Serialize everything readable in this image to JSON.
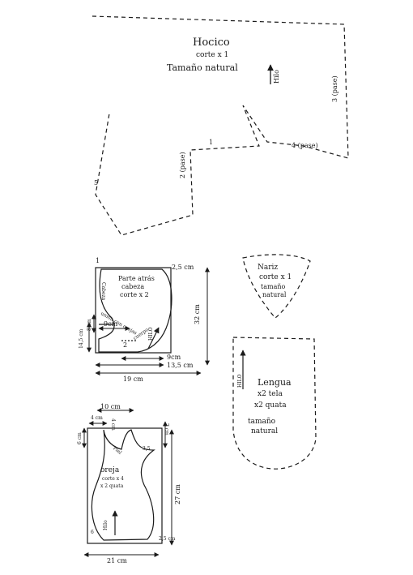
{
  "pieces": {
    "hocico": {
      "name": "Hocico",
      "cut": "corte x 1",
      "size": "Tamaño natural",
      "grain": "Hilo",
      "pase3": "3 (pase)",
      "pase4": "4 (pase)",
      "pase2": "2 (pase)",
      "mark1": "1",
      "mark5": "5"
    },
    "nariz": {
      "name": "Nariz",
      "cut": "corte x 1",
      "size1": "tamaño",
      "size2": "natural"
    },
    "parte_atras": {
      "line1": "Parte atrás",
      "line2": "cabeza",
      "line3": "corte x 2",
      "cabeza": "Cabeza",
      "union": "union con orejas",
      "hilo": "HILO",
      "cuerpo": "cuerpo",
      "mark1": "1",
      "mark2": "2",
      "dim_25": "2,5 cm",
      "dim_32": "32 cm",
      "dim_9a": "9cm",
      "dim_8": "8 cm",
      "dim_145": "14,5 cm",
      "dim_9b": "9cm",
      "dim_135": "13,5 cm",
      "dim_19": "19 cm"
    },
    "lengua": {
      "hilo": "HILO",
      "line1": "Lengua",
      "line2": "x2 tela",
      "line3": "x2 quata",
      "line4": "tamaño",
      "line5": "natural"
    },
    "oreja": {
      "line1": "oreja",
      "line2": "corte x 4",
      "line3": "x 2 quata",
      "hilo": "Hilo",
      "piel": "Piel",
      "dim_10": "10 cm",
      "dim_4": "4 cm",
      "dim_4b": "4 cm",
      "dim_7": "7 cm",
      "dim_6": "6 cm",
      "dim_35": "3,5",
      "dim_27": "27 cm",
      "dim_25": "2,5 cm",
      "dim_21": "21 cm",
      "mark": "6"
    }
  },
  "colors": {
    "ink": "#1a1a1a",
    "paper": "#ffffff"
  }
}
